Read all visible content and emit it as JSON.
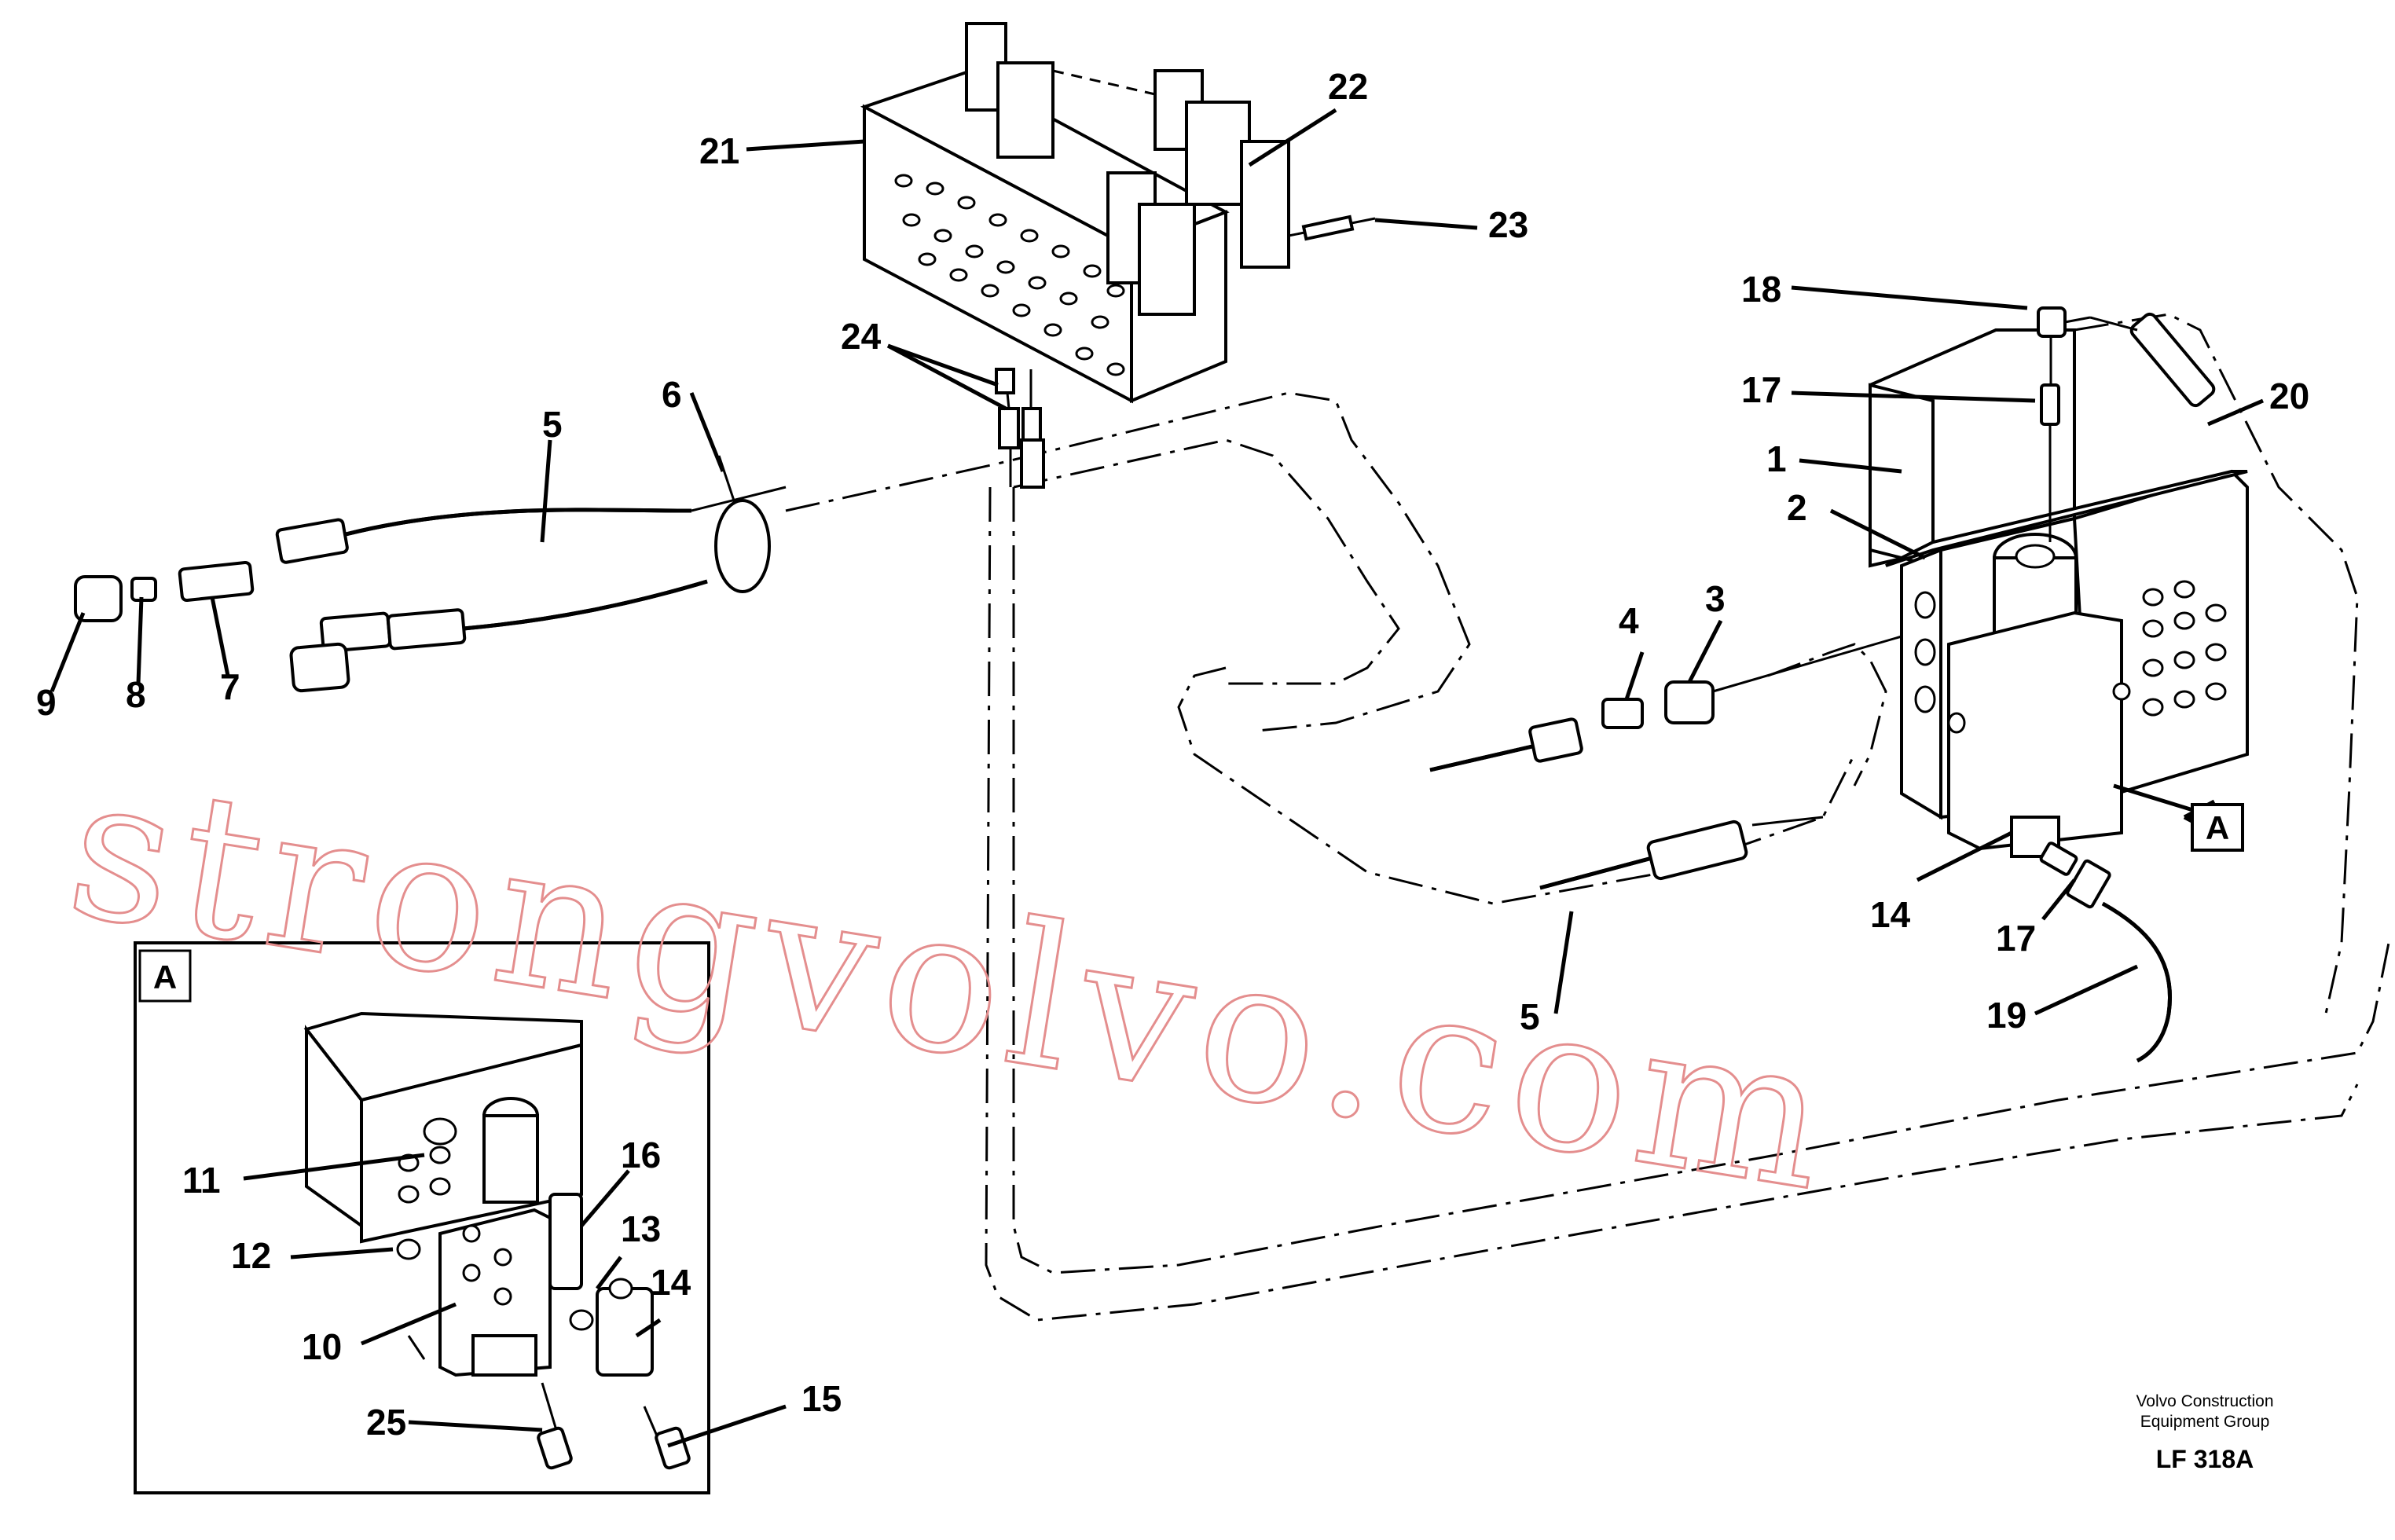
{
  "watermark": "strongvolvo.com",
  "part_numbers": {
    "p1": "1",
    "p2": "2",
    "p3": "3",
    "p4": "4",
    "p5": "5",
    "p6": "6",
    "p7": "7",
    "p8": "8",
    "p9": "9",
    "p10": "10",
    "p11": "11",
    "p12": "12",
    "p13": "13",
    "p14": "14",
    "p15": "15",
    "p16": "16",
    "p17": "17",
    "p18": "18",
    "p19": "19",
    "p20": "20",
    "p21": "21",
    "p22": "22",
    "p23": "23",
    "p24": "24",
    "p25": "25"
  },
  "detail_ref": "A",
  "footer": {
    "company_line1": "Volvo Construction",
    "company_line2": "Equipment Group",
    "drawing_code": "LF 318A"
  }
}
